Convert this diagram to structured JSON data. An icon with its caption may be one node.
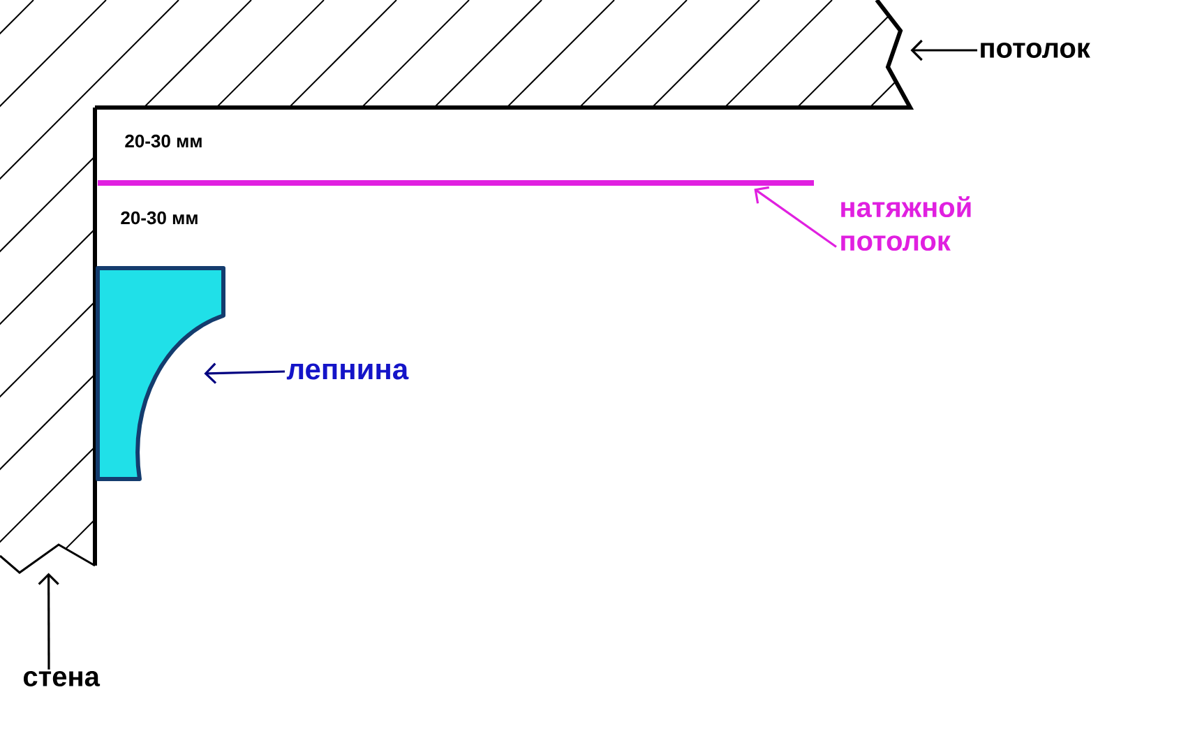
{
  "diagram": {
    "nodes": [
      {
        "text": [],
        "shape": "box"
      },
      {
        "text": [
          "потолок"
        ]
      },
      {
        "text": [],
        "shape": "box"
      },
      {
        "text": [
          "стена"
        ]
      },
      {
        "text": [],
        "shape": "bar"
      },
      {
        "text": [
          "натяжной потолок"
        ]
      },
      {
        "text": [],
        "shape": "box"
      },
      {
        "text": [
          "лепнина"
        ]
      }
    ],
    "edges": [
      {
        "from": 1,
        "to": 0,
        "arrow": "to"
      },
      {
        "from": 3,
        "to": 2,
        "arrow": "to"
      },
      {
        "from": 5,
        "to": 4,
        "arrow": "to",
        "color": "#e020e0"
      },
      {
        "from": 7,
        "to": 6,
        "arrow": "to",
        "color": "#000080"
      }
    ],
    "labels": [
      "20-30 мм",
      "20-30 мм"
    ]
  }
}
